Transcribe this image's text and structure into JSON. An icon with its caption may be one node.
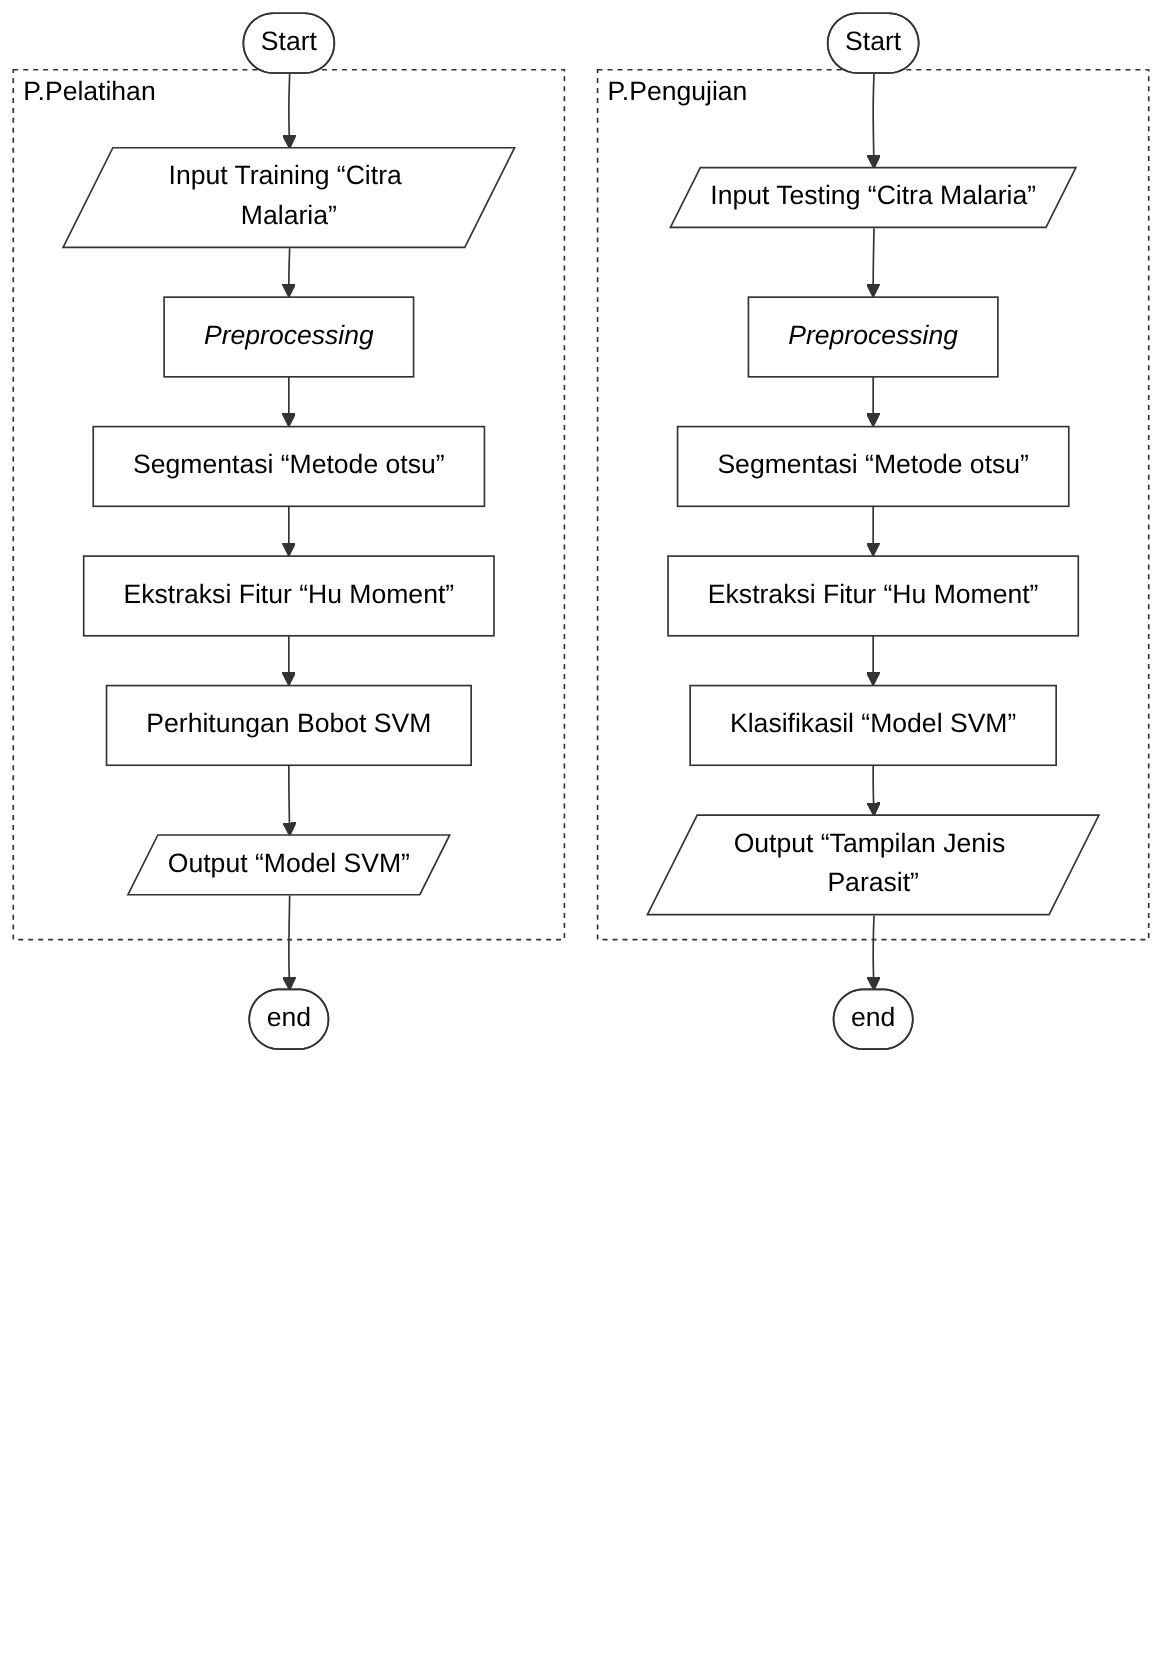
{
  "diagram": {
    "nodes": [
      {
        "text": [
          "Start"
        ]
      },
      {
        "text": [
          "P.Pelatihan"
        ]
      },
      {
        "text": [
          "Input Training “Citra Malaria”"
        ],
        "in": 1
      },
      {
        "text": [
          "Preprocessing"
        ],
        "in": 1
      },
      {
        "text": [
          "Segmentasi “Metode otsu”"
        ],
        "in": 1
      },
      {
        "text": [
          "Ekstraksi Fitur “Hu Moment”"
        ],
        "in": 1
      },
      {
        "text": [
          "Perhitungan Bobot SVM"
        ],
        "in": 1
      },
      {
        "text": [
          "Output “Model SVM”"
        ],
        "in": 1
      },
      {
        "text": [
          "end"
        ]
      },
      {
        "text": [
          "Start"
        ]
      },
      {
        "text": [
          "P.Pengujian"
        ]
      },
      {
        "text": [
          "Input Testing “Citra Malaria”"
        ],
        "in": 10
      },
      {
        "text": [
          "Preprocessing"
        ],
        "in": 10
      },
      {
        "text": [
          "Segmentasi “Metode otsu”"
        ],
        "in": 10
      },
      {
        "text": [
          "Ekstraksi Fitur “Hu Moment”"
        ],
        "in": 10
      },
      {
        "text": [
          "Klasifikasil “Model SVM”"
        ],
        "in": 10
      },
      {
        "text": [
          "Output “Tampilan Jenis Parasit”"
        ],
        "in": 10
      },
      {
        "text": [
          "end"
        ]
      }
    ],
    "edges": [
      {
        "from": 0,
        "to": 2,
        "arrow": "to"
      },
      {
        "from": 2,
        "to": 3,
        "arrow": "to"
      },
      {
        "from": 3,
        "to": 4,
        "arrow": "to"
      },
      {
        "from": 4,
        "to": 5,
        "arrow": "to"
      },
      {
        "from": 5,
        "to": 6,
        "arrow": "to"
      },
      {
        "from": 6,
        "to": 7,
        "arrow": "to"
      },
      {
        "from": 7,
        "to": 8,
        "arrow": "to"
      },
      {
        "from": 9,
        "to": 11,
        "arrow": "to"
      },
      {
        "from": 11,
        "to": 12,
        "arrow": "to"
      },
      {
        "from": 12,
        "to": 13,
        "arrow": "to"
      },
      {
        "from": 13,
        "to": 14,
        "arrow": "to"
      },
      {
        "from": 14,
        "to": 15,
        "arrow": "to"
      },
      {
        "from": 15,
        "to": 16,
        "arrow": "to"
      },
      {
        "from": 16,
        "to": 17,
        "arrow": "to"
      }
    ]
  }
}
